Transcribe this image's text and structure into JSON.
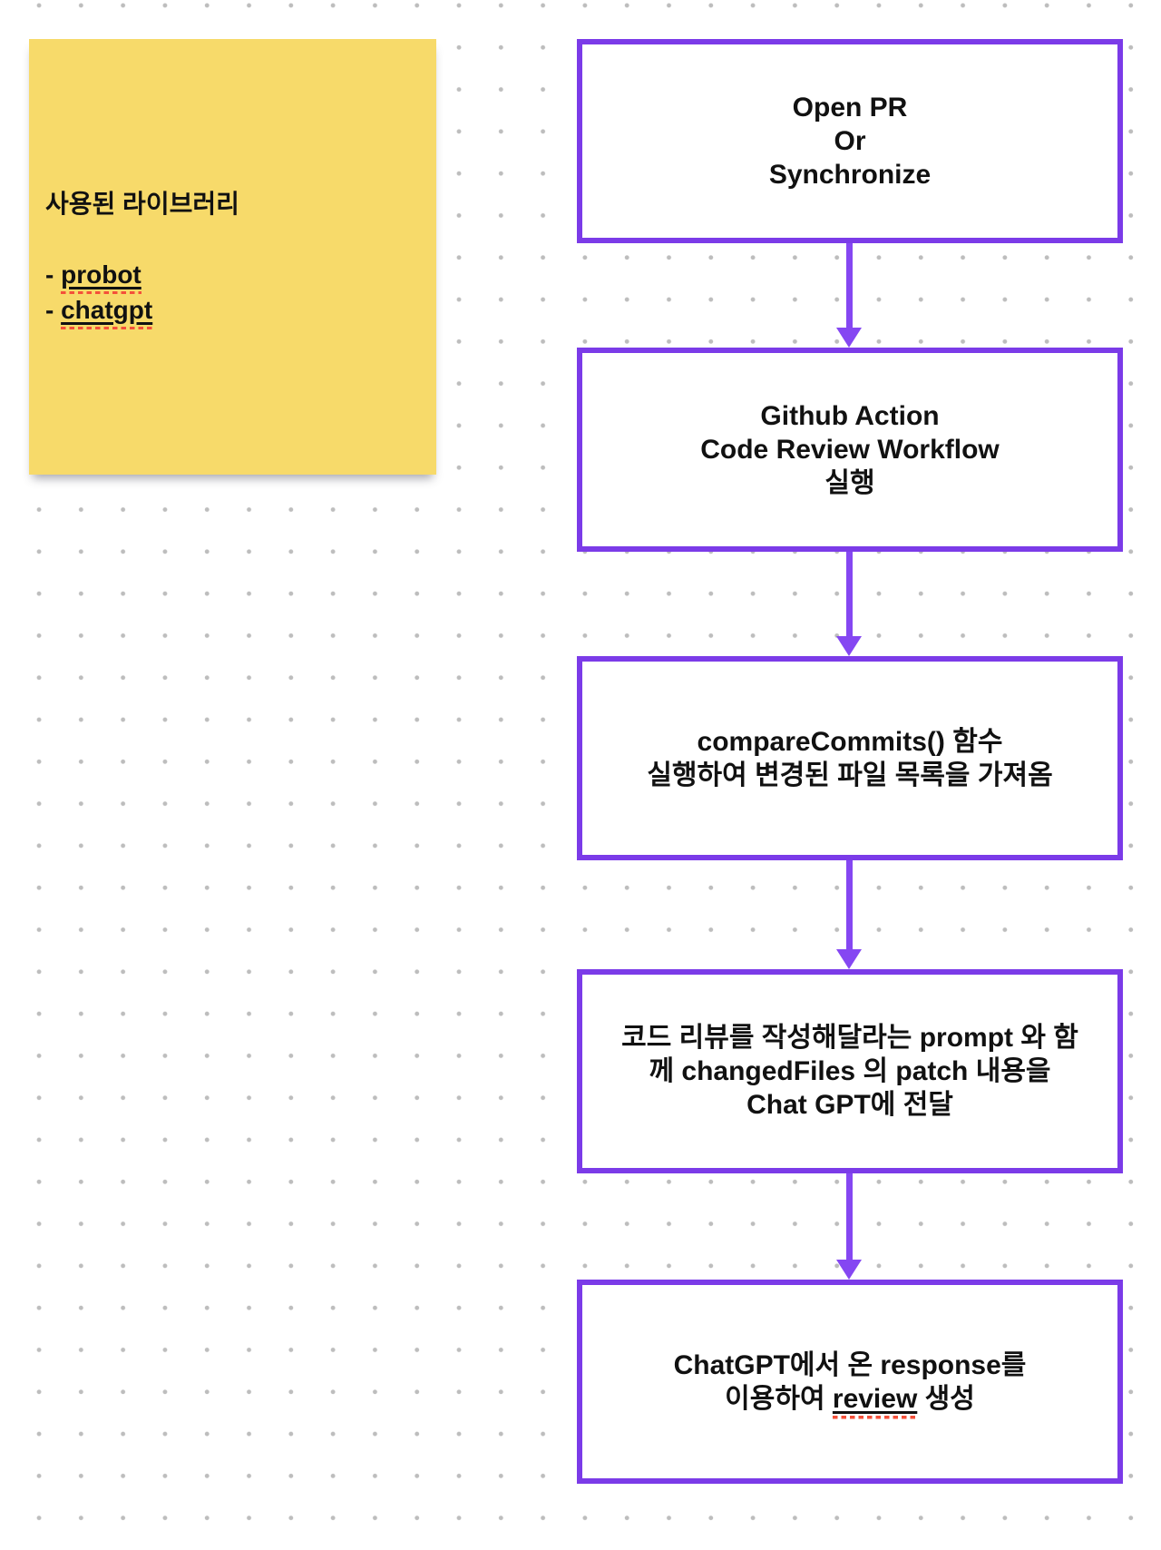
{
  "colors": {
    "canvas_bg": "#ffffff",
    "dot": "#bdbdbd",
    "sticky_bg": "#f7da6a",
    "box_border": "#7b3be8",
    "arrow": "#8547f2",
    "spell_underline": "#f4503a",
    "text": "#111111"
  },
  "sticky": {
    "title": "사용된 라이브러리",
    "items": [
      {
        "bullet": "- ",
        "word": "probot"
      },
      {
        "bullet": "- ",
        "word": "chatgpt"
      }
    ]
  },
  "flow": {
    "boxes": [
      {
        "lines": [
          "Open PR",
          "Or",
          "Synchronize"
        ]
      },
      {
        "lines": [
          "Github Action",
          "Code Review Workflow",
          "실행"
        ]
      },
      {
        "lines": [
          "compareCommits() 함수",
          "실행하여 변경된 파일 목록을 가져옴"
        ]
      },
      {
        "lines": [
          "코드 리뷰를 작성해달라는 prompt 와 함",
          "께 changedFiles 의 patch 내용을",
          "Chat GPT에 전달"
        ]
      },
      {
        "line1": "ChatGPT에서 온 response를",
        "line2_prefix": "이용하여 ",
        "line2_word": "review",
        "line2_suffix": " 생성"
      }
    ]
  }
}
